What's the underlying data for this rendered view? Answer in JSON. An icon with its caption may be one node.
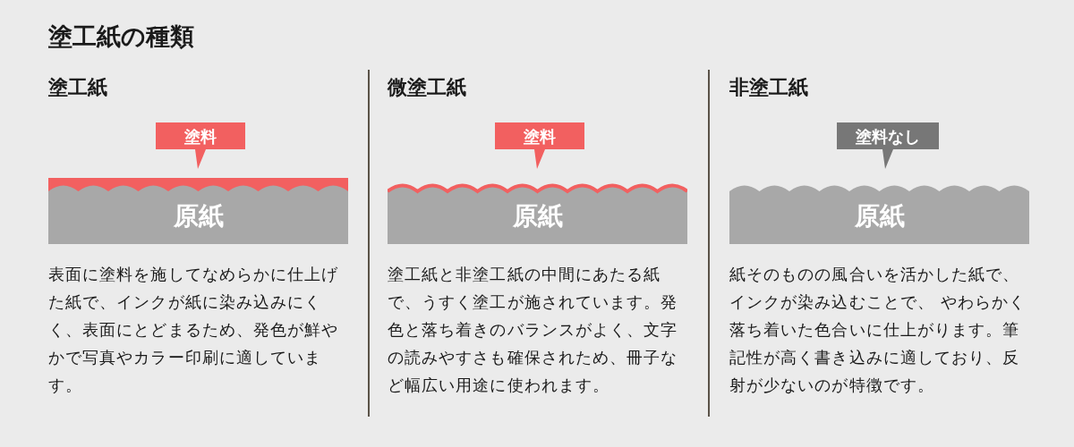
{
  "diagram": {
    "title": "塗工紙の種類",
    "nodes": [
      {
        "text": [
          "塗料"
        ]
      },
      {
        "text": [
          "原紙"
        ]
      },
      {
        "text": [
          "塗料"
        ]
      },
      {
        "text": [
          "原紙"
        ]
      },
      {
        "text": [
          "塗料なし"
        ]
      },
      {
        "text": [
          "原紙"
        ]
      }
    ],
    "edges": [],
    "labels": [
      "塗工紙",
      "表面に塗料を施してなめらかに仕上げた紙で、インクが紙に染み込みにくく、表面にとどまるため、発色が鮮やかで写真やカラー印刷に適しています。",
      "微塗工紙",
      "塗工紙と非塗工紙の中間にあたる紙で、うすく塗工が施されています。発色と落ち着きのバランスがよく、文字の読みやすさも確保されため、冊子など幅広い用途に使われます。",
      "非塗工紙",
      "紙そのものの風合いを活かした紙で、インクが染み込むことで、 やわらかく落ち着いた色合いに仕上がります。筆記性が高く書き込みに適しており、反射が少ないのが特徴です。"
    ]
  }
}
